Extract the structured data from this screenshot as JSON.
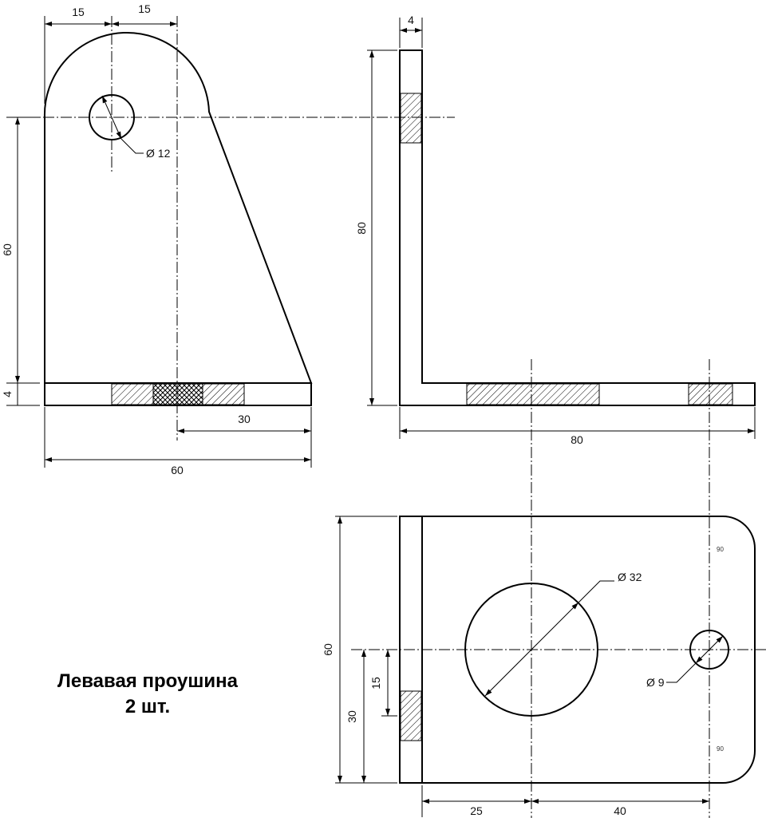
{
  "title": {
    "line1": "Левавая проушина",
    "line2": "2 шт."
  },
  "front_view": {
    "dims": {
      "top_left_15": "15",
      "top_right_15": "15",
      "hole_diameter": "Ø 12",
      "height_60": "60",
      "thickness_4": "4",
      "half_width_30": "30",
      "width_60": "60"
    }
  },
  "side_view": {
    "dims": {
      "thickness_4": "4",
      "height_80": "80",
      "length_80": "80"
    }
  },
  "top_view": {
    "dims": {
      "big_hole": "Ø 32",
      "small_hole": "Ø 9",
      "width_60": "60",
      "offset_30": "30",
      "offset_15": "15",
      "pos_25": "25",
      "pos_40": "40",
      "corner_top": "90",
      "corner_bottom": "90"
    }
  }
}
